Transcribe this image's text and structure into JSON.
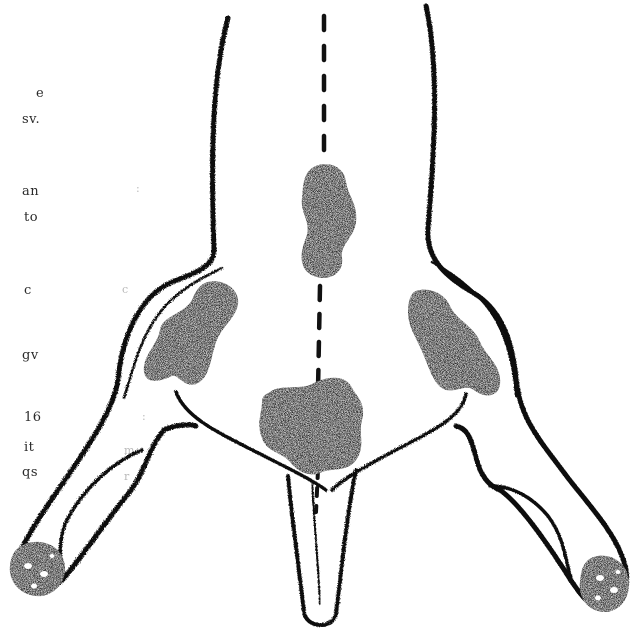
{
  "colors": {
    "ink": "#111111",
    "blotch": "#1c1c1c",
    "paper": "#ffffff",
    "faint_text": "#2a2a2a"
  },
  "margin_fragments": [
    "e",
    "sv.",
    "an",
    "to",
    "c",
    "gv",
    "16",
    "it",
    "qs"
  ],
  "ghost_fragments": [
    ":",
    "m",
    "c",
    ":",
    "r"
  ]
}
